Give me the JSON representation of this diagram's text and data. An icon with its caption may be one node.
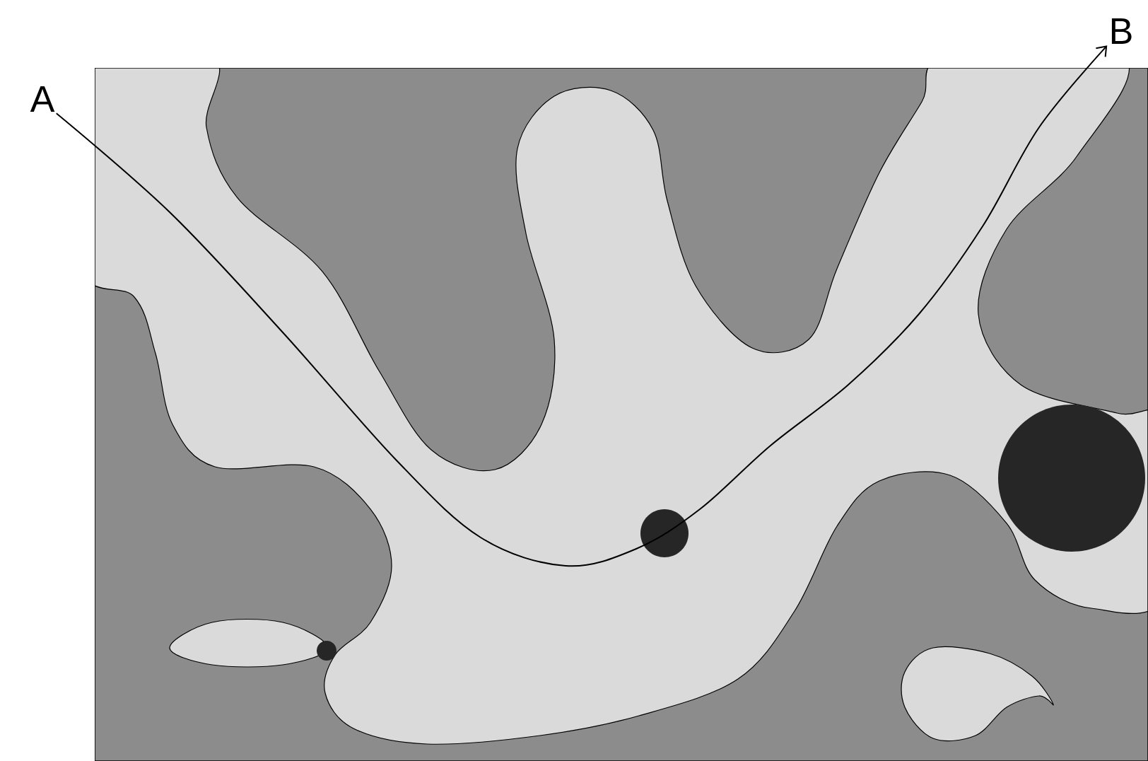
{
  "diagram": {
    "nodes": [
      {
        "text": [
          "A"
        ]
      },
      {
        "text": [
          "B"
        ]
      }
    ],
    "edges": [
      {
        "from": 0,
        "to": 1,
        "arrow": "to"
      }
    ]
  }
}
